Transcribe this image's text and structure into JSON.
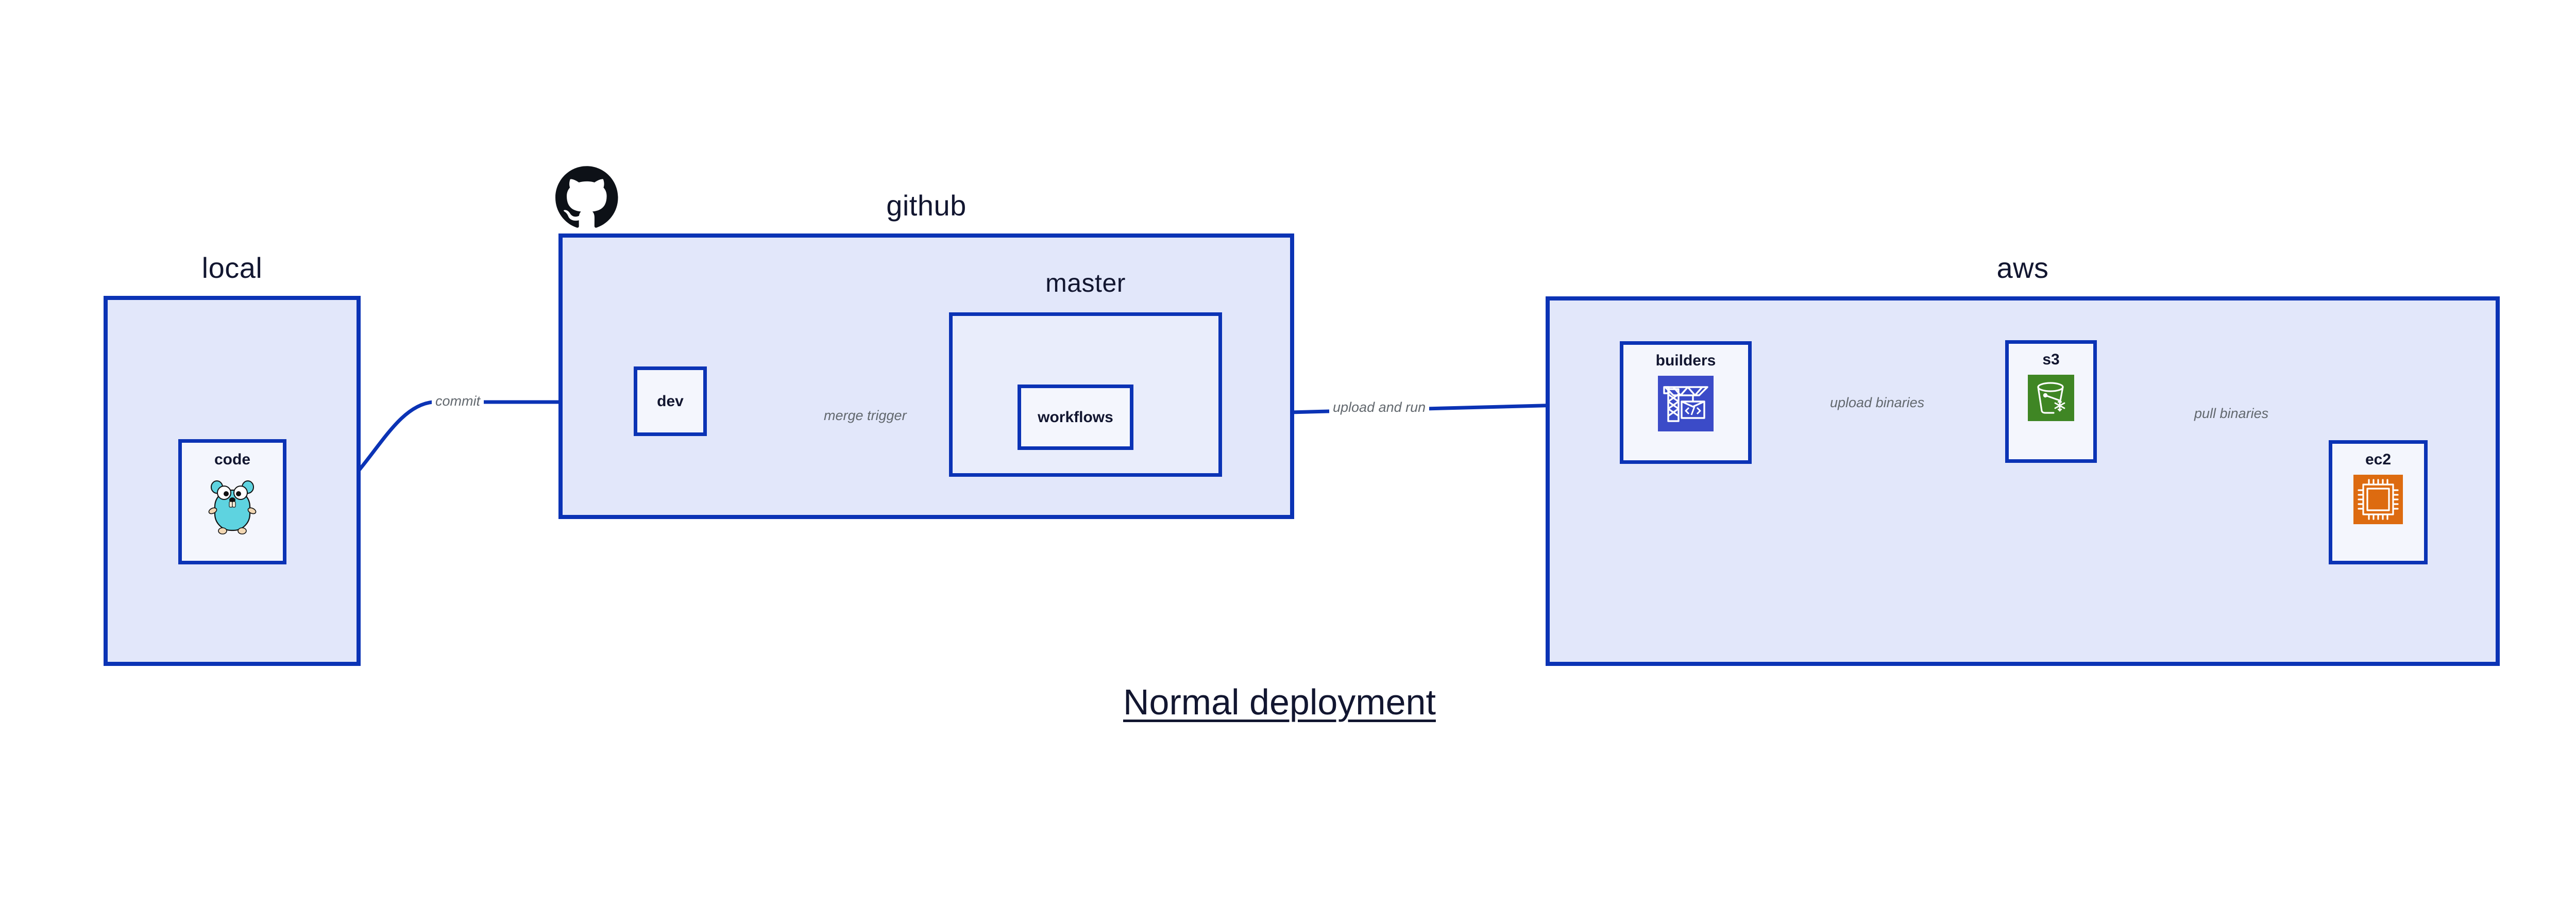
{
  "diagram": {
    "caption": "Normal deployment",
    "accent_border": "#0b33b5",
    "group_fill": "#e2e7fa",
    "node_fill": "#eaeefc",
    "label_color": "#62686e"
  },
  "groups": [
    {
      "id": "local",
      "label": "local"
    },
    {
      "id": "github",
      "label": "github"
    },
    {
      "id": "aws",
      "label": "aws"
    }
  ],
  "subgroups": [
    {
      "id": "master",
      "label": "master",
      "parent": "github"
    }
  ],
  "nodes": [
    {
      "id": "code",
      "label": "code",
      "parent": "local",
      "icon": "go-gopher-icon"
    },
    {
      "id": "dev",
      "label": "dev",
      "parent": "github",
      "icon": "none"
    },
    {
      "id": "workflows",
      "label": "workflows",
      "parent": "master",
      "icon": "none"
    },
    {
      "id": "builders",
      "label": "builders",
      "parent": "aws",
      "icon": "aws-crane-builder-icon"
    },
    {
      "id": "s3",
      "label": "s3",
      "parent": "aws",
      "icon": "aws-s3-bucket-icon"
    },
    {
      "id": "ec2",
      "label": "ec2",
      "parent": "aws",
      "icon": "aws-ec2-chip-icon"
    }
  ],
  "edges": [
    {
      "id": "commit",
      "from": "code",
      "to": "dev",
      "label": "commit"
    },
    {
      "id": "merge-trigger",
      "from": "dev",
      "to": "workflows",
      "label": "merge trigger"
    },
    {
      "id": "upload-and-run",
      "from": "workflows",
      "to": "builders",
      "label": "upload and run"
    },
    {
      "id": "upload-binaries",
      "from": "builders",
      "to": "s3",
      "label": "upload binaries"
    },
    {
      "id": "pull-binaries",
      "from": "s3",
      "to": "ec2",
      "label": "pull binaries"
    }
  ],
  "logos": [
    {
      "id": "github-logo",
      "name": "github-octocat-icon"
    }
  ],
  "icon_colors": {
    "gopher_body": "#5ed3e0",
    "builders_tile": "#3b4bc8",
    "s3_tile": "#3f8624",
    "ec2_tile": "#dd6b10"
  }
}
